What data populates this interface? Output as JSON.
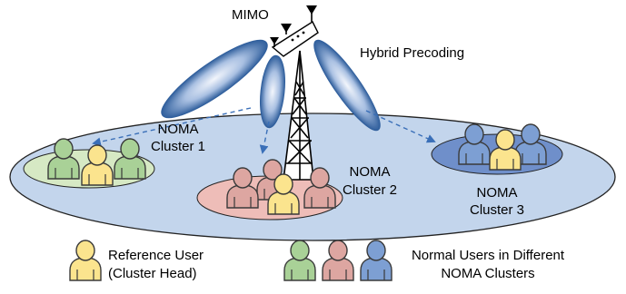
{
  "colors": {
    "ground_fill": "#c3d5ec",
    "ground_stroke": "#222222",
    "beam_light": "#eef3fb",
    "beam_dark": "#2f5e9c",
    "arrow": "#3a6fb8",
    "tower": "#000000",
    "reference_user": "#fbe48e",
    "green_user": "#a9d197",
    "green_cluster": "#d6e9c4",
    "red_user": "#dda6a1",
    "red_cluster": "#eebdb8",
    "blue_user": "#7d9fd3",
    "blue_cluster": "#6f8fca",
    "outline": "#3a3a3a"
  },
  "labels": {
    "mimo": "MIMO",
    "hybrid_precoding": "Hybrid Precoding",
    "cluster1_line1": "NOMA",
    "cluster1_line2": "Cluster 1",
    "cluster2_line1": "NOMA",
    "cluster2_line2": "Cluster 2",
    "cluster3_line1": "NOMA",
    "cluster3_line2": "Cluster 3"
  },
  "legend": {
    "reference_line1": "Reference User",
    "reference_line2": "(Cluster Head)",
    "normal_line1": "Normal Users in Different",
    "normal_line2": "NOMA Clusters"
  },
  "icons": {
    "antenna": "antenna-icon",
    "user": "user-icon",
    "tower": "tower-icon"
  }
}
